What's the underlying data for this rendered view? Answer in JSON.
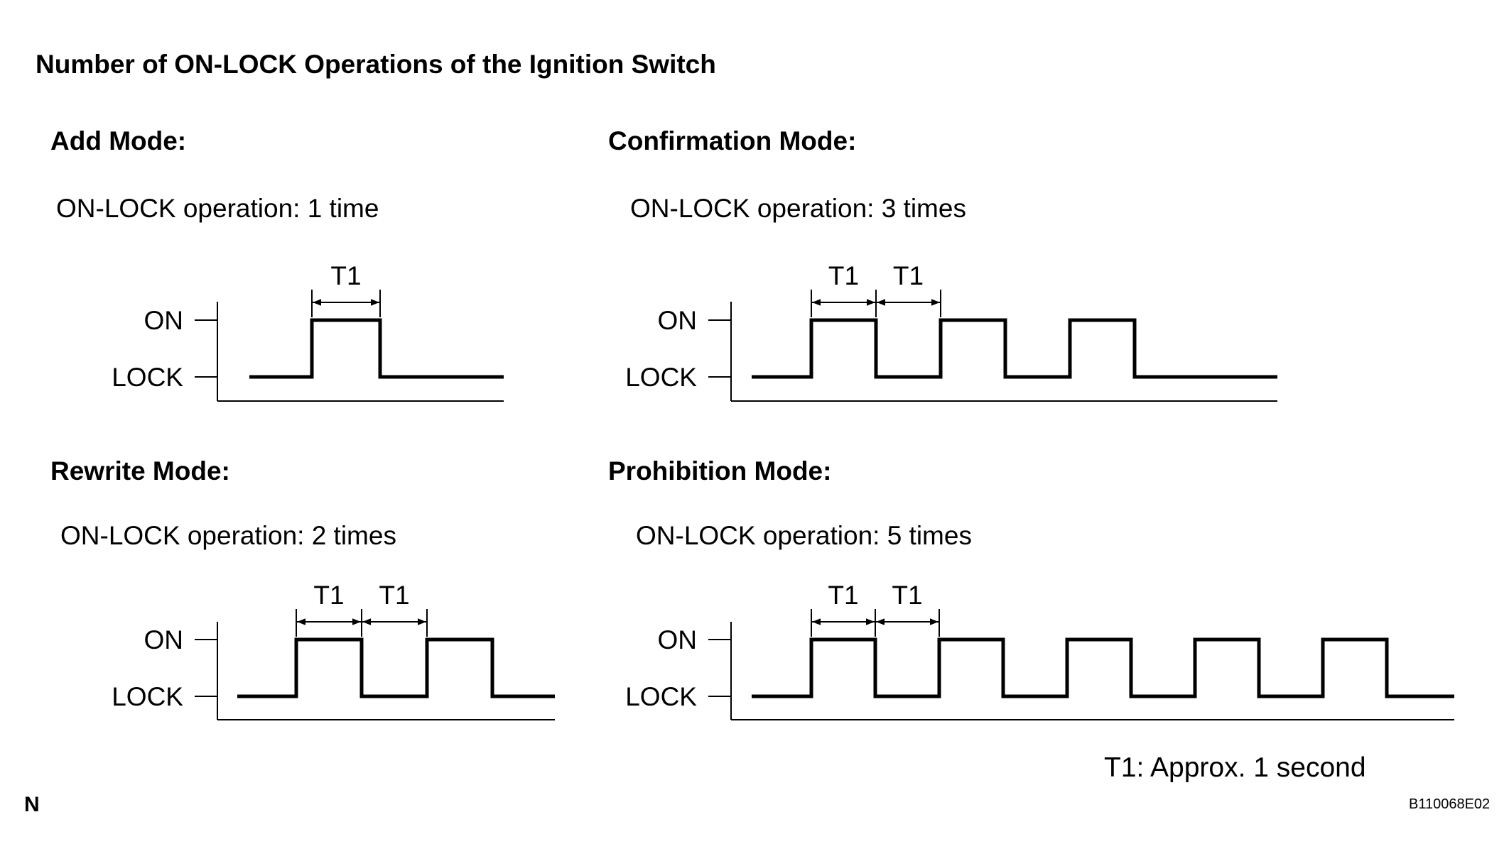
{
  "title": "Number of ON-LOCK Operations of the Ignition Switch",
  "modes": {
    "add": {
      "label": "Add Mode:",
      "operation": "ON-LOCK operation: 1 time",
      "pulses": 1
    },
    "confirmation": {
      "label": "Confirmation Mode:",
      "operation": "ON-LOCK operation: 3 times",
      "pulses": 3
    },
    "rewrite": {
      "label": "Rewrite Mode:",
      "operation": "ON-LOCK operation: 2 times",
      "pulses": 2
    },
    "prohibition": {
      "label": "Prohibition Mode:",
      "operation": "ON-LOCK operation: 5 times",
      "pulses": 5
    }
  },
  "levels": {
    "on": "ON",
    "lock": "LOCK"
  },
  "interval_label": "T1",
  "note": "T1: Approx. 1 second",
  "corner_mark": "N",
  "figure_code": "B110068E02"
}
